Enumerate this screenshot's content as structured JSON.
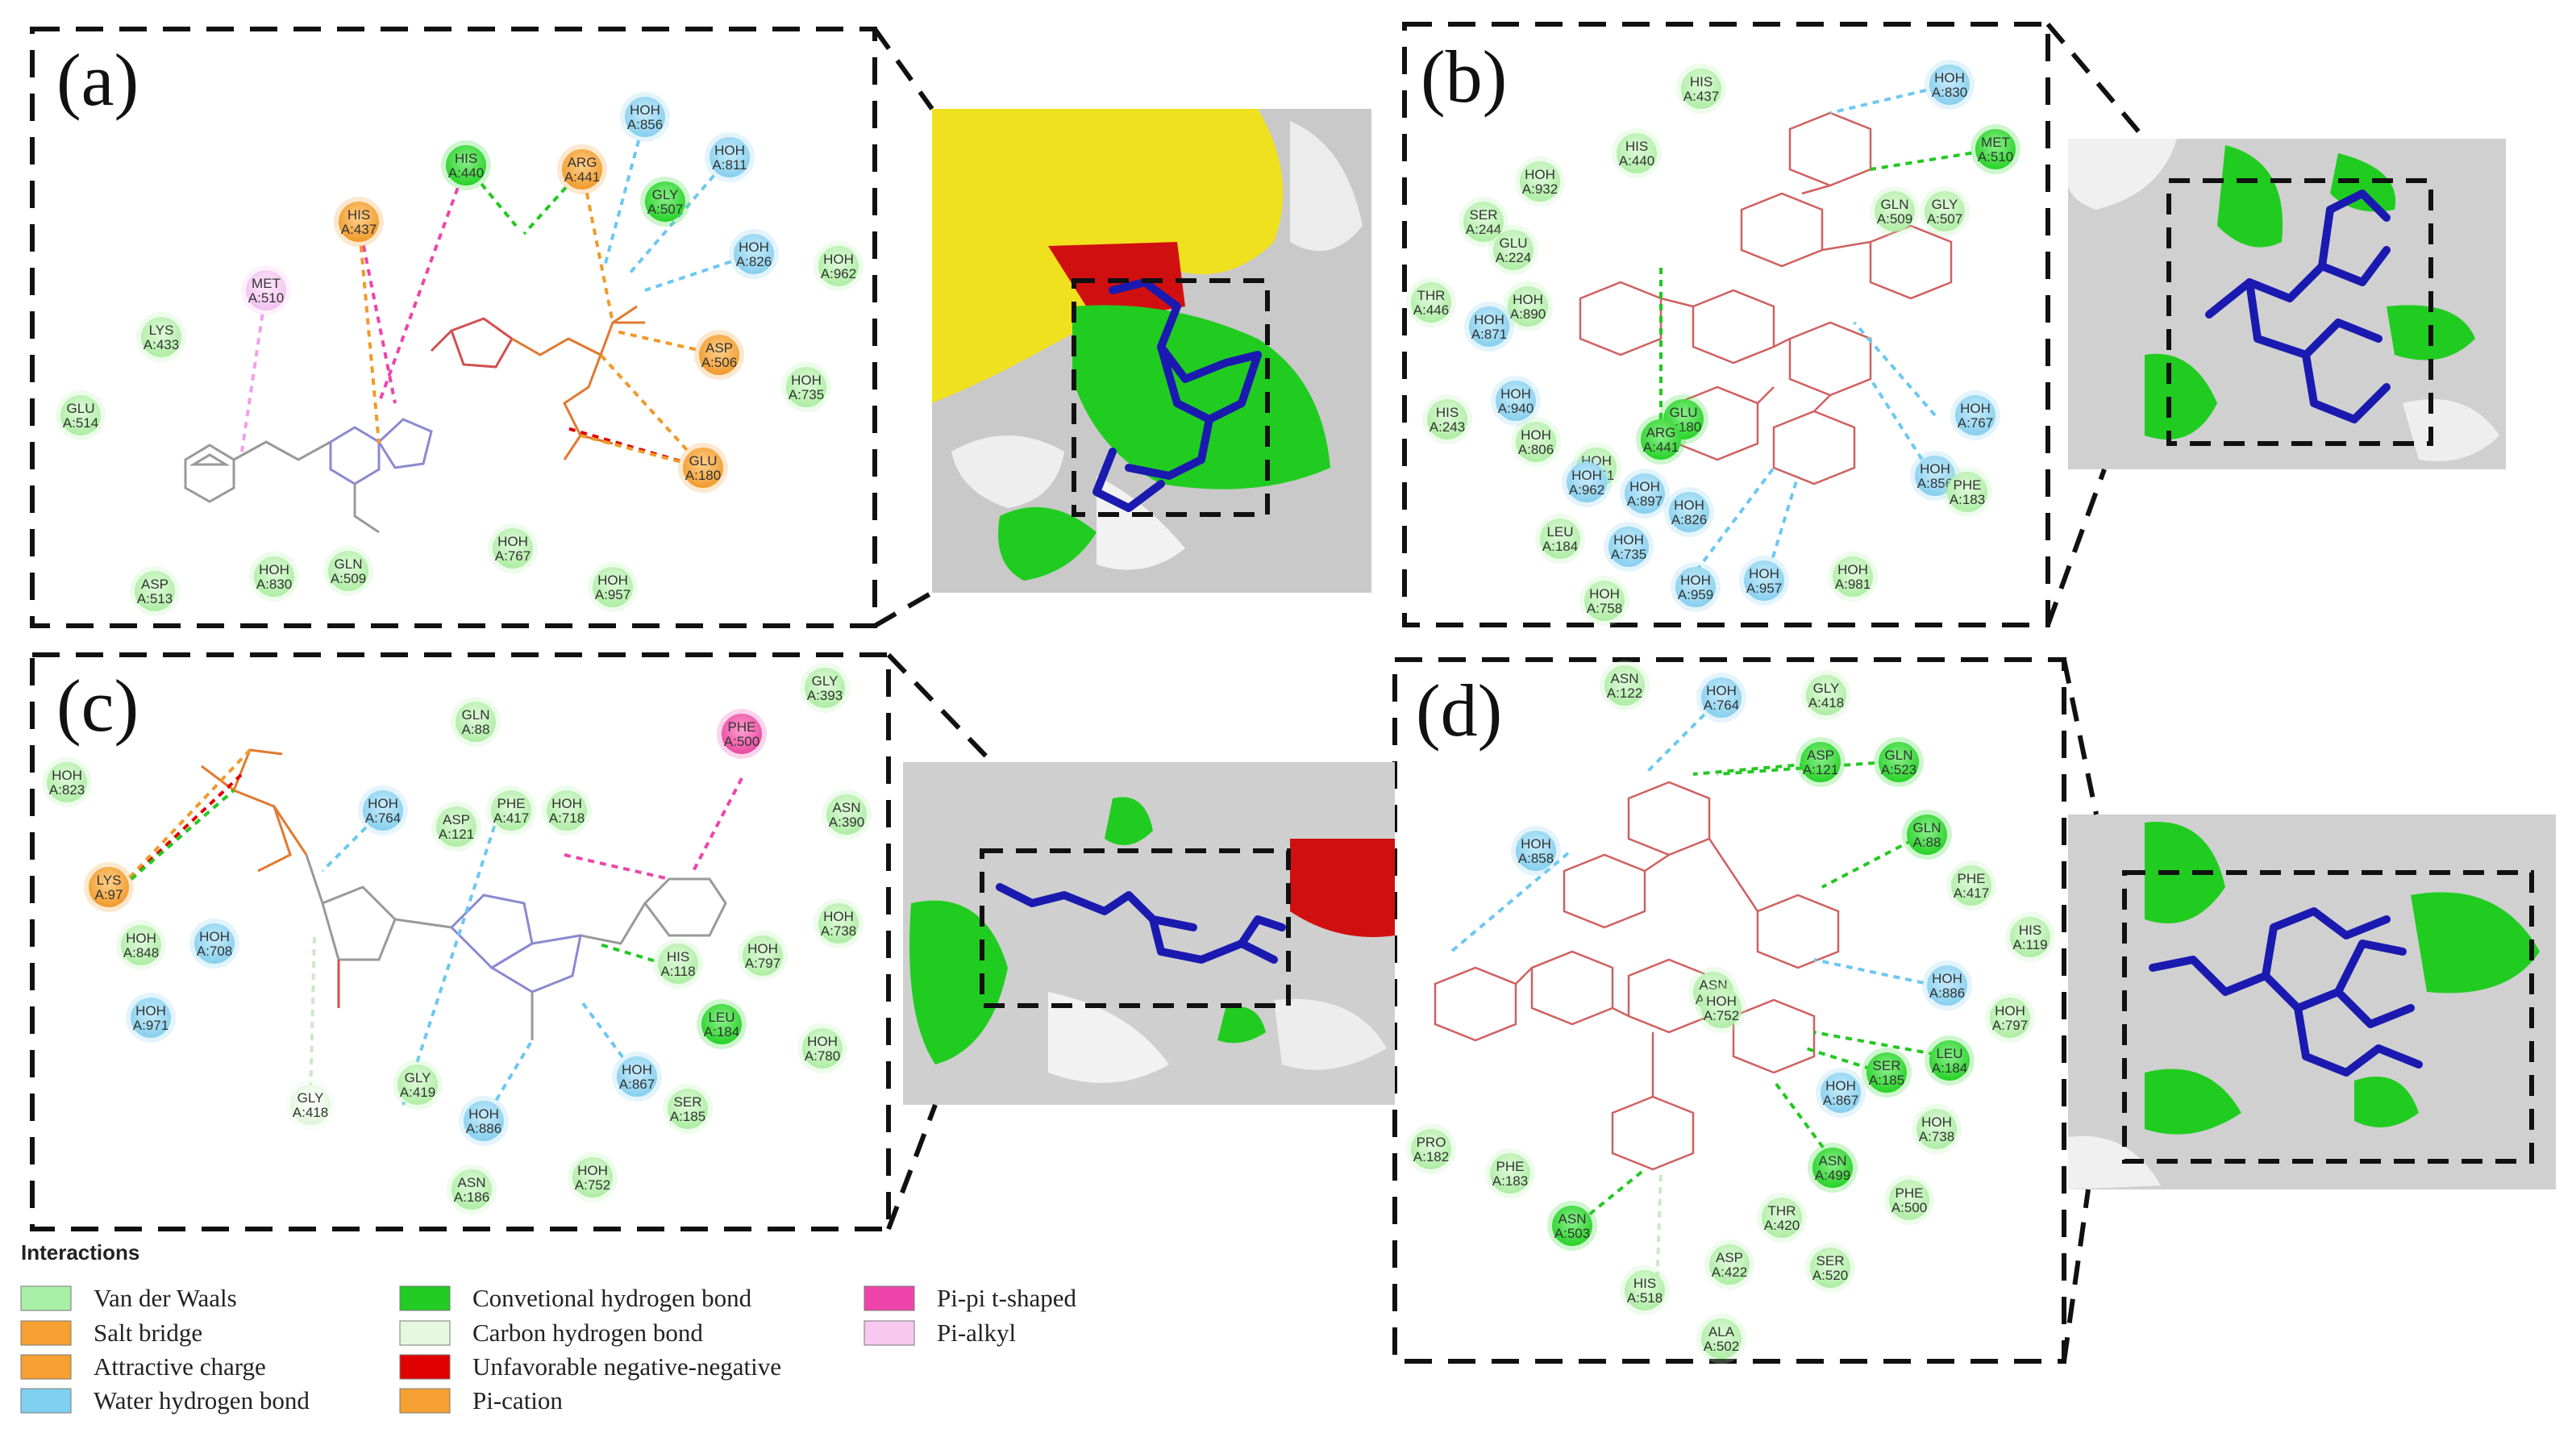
{
  "panels": [
    {
      "label": "(a)",
      "residues": [
        {
          "name": "HIS",
          "id": "A:440",
          "type": "hbond"
        },
        {
          "name": "ARG",
          "id": "A:441",
          "type": "charge"
        },
        {
          "name": "HOH",
          "id": "A:856",
          "type": "water"
        },
        {
          "name": "HOH",
          "id": "A:811",
          "type": "water"
        },
        {
          "name": "GLY",
          "id": "A:507",
          "type": "hbond"
        },
        {
          "name": "HIS",
          "id": "A:437",
          "type": "charge"
        },
        {
          "name": "HOH",
          "id": "A:826",
          "type": "water"
        },
        {
          "name": "HOH",
          "id": "A:962",
          "type": "vdw"
        },
        {
          "name": "MET",
          "id": "A:510",
          "type": "pialkyl"
        },
        {
          "name": "LYS",
          "id": "A:433",
          "type": "vdw"
        },
        {
          "name": "ASP",
          "id": "A:506",
          "type": "charge"
        },
        {
          "name": "HOH",
          "id": "A:735",
          "type": "vdw"
        },
        {
          "name": "GLU",
          "id": "A:514",
          "type": "vdw"
        },
        {
          "name": "GLU",
          "id": "A:180",
          "type": "charge"
        },
        {
          "name": "ASP",
          "id": "A:513",
          "type": "vdw"
        },
        {
          "name": "HOH",
          "id": "A:830",
          "type": "vdw"
        },
        {
          "name": "GLN",
          "id": "A:509",
          "type": "vdw"
        },
        {
          "name": "HOH",
          "id": "A:767",
          "type": "vdw"
        },
        {
          "name": "HOH",
          "id": "A:957",
          "type": "vdw"
        }
      ]
    },
    {
      "label": "(b)",
      "residues": [
        {
          "name": "HIS",
          "id": "A:437",
          "type": "vdw"
        },
        {
          "name": "HOH",
          "id": "A:830",
          "type": "water"
        },
        {
          "name": "HIS",
          "id": "A:440",
          "type": "vdw"
        },
        {
          "name": "MET",
          "id": "A:510",
          "type": "hbond"
        },
        {
          "name": "HOH",
          "id": "A:932",
          "type": "vdw"
        },
        {
          "name": "SER",
          "id": "A:244",
          "type": "vdw"
        },
        {
          "name": "GLN",
          "id": "A:509",
          "type": "vdw"
        },
        {
          "name": "GLY",
          "id": "A:507",
          "type": "vdw"
        },
        {
          "name": "GLU",
          "id": "A:224",
          "type": "vdw"
        },
        {
          "name": "THR",
          "id": "A:446",
          "type": "vdw"
        },
        {
          "name": "HOH",
          "id": "A:890",
          "type": "vdw"
        },
        {
          "name": "HOH",
          "id": "A:871",
          "type": "water"
        },
        {
          "name": "HOH",
          "id": "A:940",
          "type": "water"
        },
        {
          "name": "GLU",
          "id": "A:180",
          "type": "hbond"
        },
        {
          "name": "HIS",
          "id": "A:243",
          "type": "vdw"
        },
        {
          "name": "ARG",
          "id": "A:441",
          "type": "hbond"
        },
        {
          "name": "HOH",
          "id": "A:767",
          "type": "water"
        },
        {
          "name": "HOH",
          "id": "A:806",
          "type": "vdw"
        },
        {
          "name": "HOH",
          "id": "A:951",
          "type": "vdw"
        },
        {
          "name": "HOH",
          "id": "A:962",
          "type": "water"
        },
        {
          "name": "HOH",
          "id": "A:897",
          "type": "water"
        },
        {
          "name": "HOH",
          "id": "A:826",
          "type": "water"
        },
        {
          "name": "HOH",
          "id": "A:856",
          "type": "water"
        },
        {
          "name": "PHE",
          "id": "A:183",
          "type": "vdw"
        },
        {
          "name": "LEU",
          "id": "A:184",
          "type": "vdw"
        },
        {
          "name": "HOH",
          "id": "A:735",
          "type": "water"
        },
        {
          "name": "HOH",
          "id": "A:959",
          "type": "water"
        },
        {
          "name": "HOH",
          "id": "A:957",
          "type": "water"
        },
        {
          "name": "HOH",
          "id": "A:981",
          "type": "vdw"
        },
        {
          "name": "HOH",
          "id": "A:758",
          "type": "vdw"
        }
      ]
    },
    {
      "label": "(c)",
      "residues": [
        {
          "name": "GLY",
          "id": "A:393",
          "type": "vdw"
        },
        {
          "name": "GLN",
          "id": "A:88",
          "type": "vdw"
        },
        {
          "name": "PHE",
          "id": "A:500",
          "type": "pipi"
        },
        {
          "name": "HOH",
          "id": "A:823",
          "type": "vdw"
        },
        {
          "name": "HOH",
          "id": "A:764",
          "type": "water"
        },
        {
          "name": "PHE",
          "id": "A:417",
          "type": "vdw"
        },
        {
          "name": "HOH",
          "id": "A:718",
          "type": "vdw"
        },
        {
          "name": "ASP",
          "id": "A:121",
          "type": "vdw"
        },
        {
          "name": "ASN",
          "id": "A:390",
          "type": "vdw"
        },
        {
          "name": "LYS",
          "id": "A:97",
          "type": "charge"
        },
        {
          "name": "HOH",
          "id": "A:738",
          "type": "vdw"
        },
        {
          "name": "HOH",
          "id": "A:848",
          "type": "vdw"
        },
        {
          "name": "HOH",
          "id": "A:708",
          "type": "water"
        },
        {
          "name": "HOH",
          "id": "A:797",
          "type": "vdw"
        },
        {
          "name": "HIS",
          "id": "A:118",
          "type": "vdw"
        },
        {
          "name": "HOH",
          "id": "A:971",
          "type": "water"
        },
        {
          "name": "LEU",
          "id": "A:184",
          "type": "hbond"
        },
        {
          "name": "HOH",
          "id": "A:780",
          "type": "vdw"
        },
        {
          "name": "GLY",
          "id": "A:419",
          "type": "vdw"
        },
        {
          "name": "HOH",
          "id": "A:867",
          "type": "water"
        },
        {
          "name": "GLY",
          "id": "A:418",
          "type": "chbond"
        },
        {
          "name": "HOH",
          "id": "A:886",
          "type": "water"
        },
        {
          "name": "SER",
          "id": "A:185",
          "type": "vdw"
        },
        {
          "name": "ASN",
          "id": "A:186",
          "type": "vdw"
        },
        {
          "name": "HOH",
          "id": "A:752",
          "type": "vdw"
        }
      ]
    },
    {
      "label": "(d)",
      "residues": [
        {
          "name": "ASN",
          "id": "A:122",
          "type": "vdw"
        },
        {
          "name": "HOH",
          "id": "A:764",
          "type": "water"
        },
        {
          "name": "GLY",
          "id": "A:418",
          "type": "vdw"
        },
        {
          "name": "ASP",
          "id": "A:121",
          "type": "hbond"
        },
        {
          "name": "GLN",
          "id": "A:523",
          "type": "hbond"
        },
        {
          "name": "GLN",
          "id": "A:88",
          "type": "hbond"
        },
        {
          "name": "HOH",
          "id": "A:858",
          "type": "water"
        },
        {
          "name": "PHE",
          "id": "A:417",
          "type": "vdw"
        },
        {
          "name": "HIS",
          "id": "A:119",
          "type": "vdw"
        },
        {
          "name": "HOH",
          "id": "A:886",
          "type": "water"
        },
        {
          "name": "ASN",
          "id": "A:186",
          "type": "vdw"
        },
        {
          "name": "HOH",
          "id": "A:752",
          "type": "vdw"
        },
        {
          "name": "HOH",
          "id": "A:797",
          "type": "vdw"
        },
        {
          "name": "SER",
          "id": "A:185",
          "type": "hbond"
        },
        {
          "name": "LEU",
          "id": "A:184",
          "type": "hbond"
        },
        {
          "name": "HOH",
          "id": "A:867",
          "type": "water"
        },
        {
          "name": "PRO",
          "id": "A:182",
          "type": "vdw"
        },
        {
          "name": "PHE",
          "id": "A:183",
          "type": "vdw"
        },
        {
          "name": "HOH",
          "id": "A:738",
          "type": "vdw"
        },
        {
          "name": "ASN",
          "id": "A:499",
          "type": "hbond"
        },
        {
          "name": "THR",
          "id": "A:420",
          "type": "vdw"
        },
        {
          "name": "PHE",
          "id": "A:500",
          "type": "vdw"
        },
        {
          "name": "ASN",
          "id": "A:503",
          "type": "hbond"
        },
        {
          "name": "ASP",
          "id": "A:422",
          "type": "vdw"
        },
        {
          "name": "SER",
          "id": "A:520",
          "type": "vdw"
        },
        {
          "name": "HIS",
          "id": "A:518",
          "type": "vdw"
        },
        {
          "name": "ALA",
          "id": "A:502",
          "type": "vdw"
        }
      ]
    }
  ],
  "legend": {
    "title": "Interactions",
    "items": [
      {
        "label": "Van der Waals",
        "color": "#a8f0a8"
      },
      {
        "label": "Salt bridge",
        "color": "#f5a030"
      },
      {
        "label": "Attractive charge",
        "color": "#f5a030"
      },
      {
        "label": "Water hydrogen bond",
        "color": "#7fd0f0"
      },
      {
        "label": "Convetional hydrogen bond",
        "color": "#22cc22"
      },
      {
        "label": "Carbon hydrogen bond",
        "color": "#e6f8e0"
      },
      {
        "label": "Unfavorable negative-negative",
        "color": "#e00000"
      },
      {
        "label": "Pi-cation",
        "color": "#f5a030"
      },
      {
        "label": "Pi-pi t-shaped",
        "color": "#ee44aa"
      },
      {
        "label": "Pi-alkyl",
        "color": "#f8c8f0"
      }
    ]
  },
  "colors": {
    "vdw": "#b9f2b0",
    "hbond": "#3ddc3d",
    "charge": "#f4a23a",
    "water": "#8fd3f2",
    "pialkyl": "#f6cdf2",
    "pipi": "#ee55aa",
    "chbond": "#e8f8e2",
    "ligand_bond": "#e05050",
    "ligand_ring": "#888888",
    "surface_grey": "#c8c8c8",
    "surface_yellow": "#f0e020",
    "surface_green": "#20cc20",
    "surface_red": "#d01010",
    "ligand_stick": "#1a1ab0"
  }
}
